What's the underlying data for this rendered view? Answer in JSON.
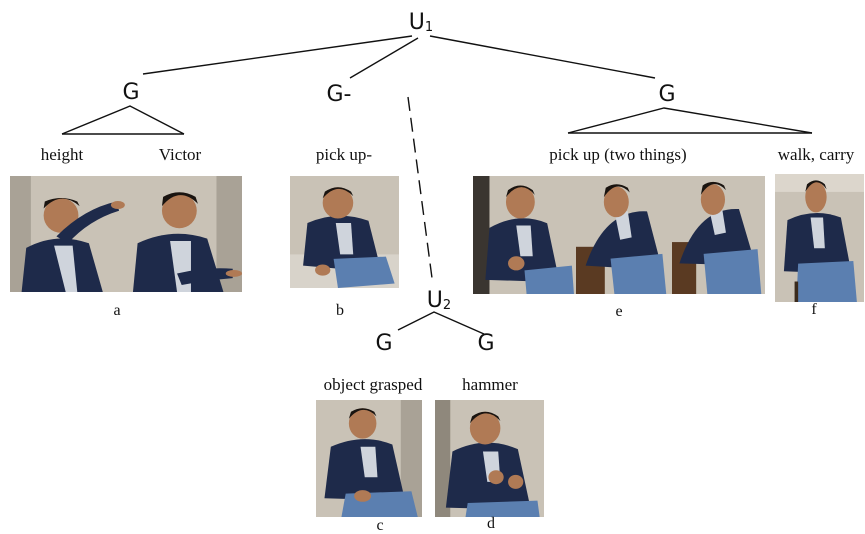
{
  "nodes": {
    "u1_base": "U",
    "u1_sub": "1",
    "g_left": "G",
    "g_mid": "G-",
    "g_right": "G",
    "u2_base": "U",
    "u2_sub": "2",
    "g_u2_left": "G",
    "g_u2_right": "G"
  },
  "labels": {
    "height": "height",
    "victor": "Victor",
    "pick_up_dash": "pick up-",
    "pick_up_two": "pick up (two things)",
    "walk_carry": "walk, carry",
    "object_grasped": "object grasped",
    "hammer": "hammer"
  },
  "letters": {
    "a": "a",
    "b": "b",
    "c": "c",
    "d": "d",
    "e": "e",
    "f": "f"
  },
  "colors": {
    "jacket": "#1e2a4a",
    "shirt": "#cfd4dc",
    "jeans": "#5b7fb0",
    "skin": "#b07a55",
    "hair": "#1a1410",
    "wall": "#c9c2b6",
    "line": "#111111"
  }
}
